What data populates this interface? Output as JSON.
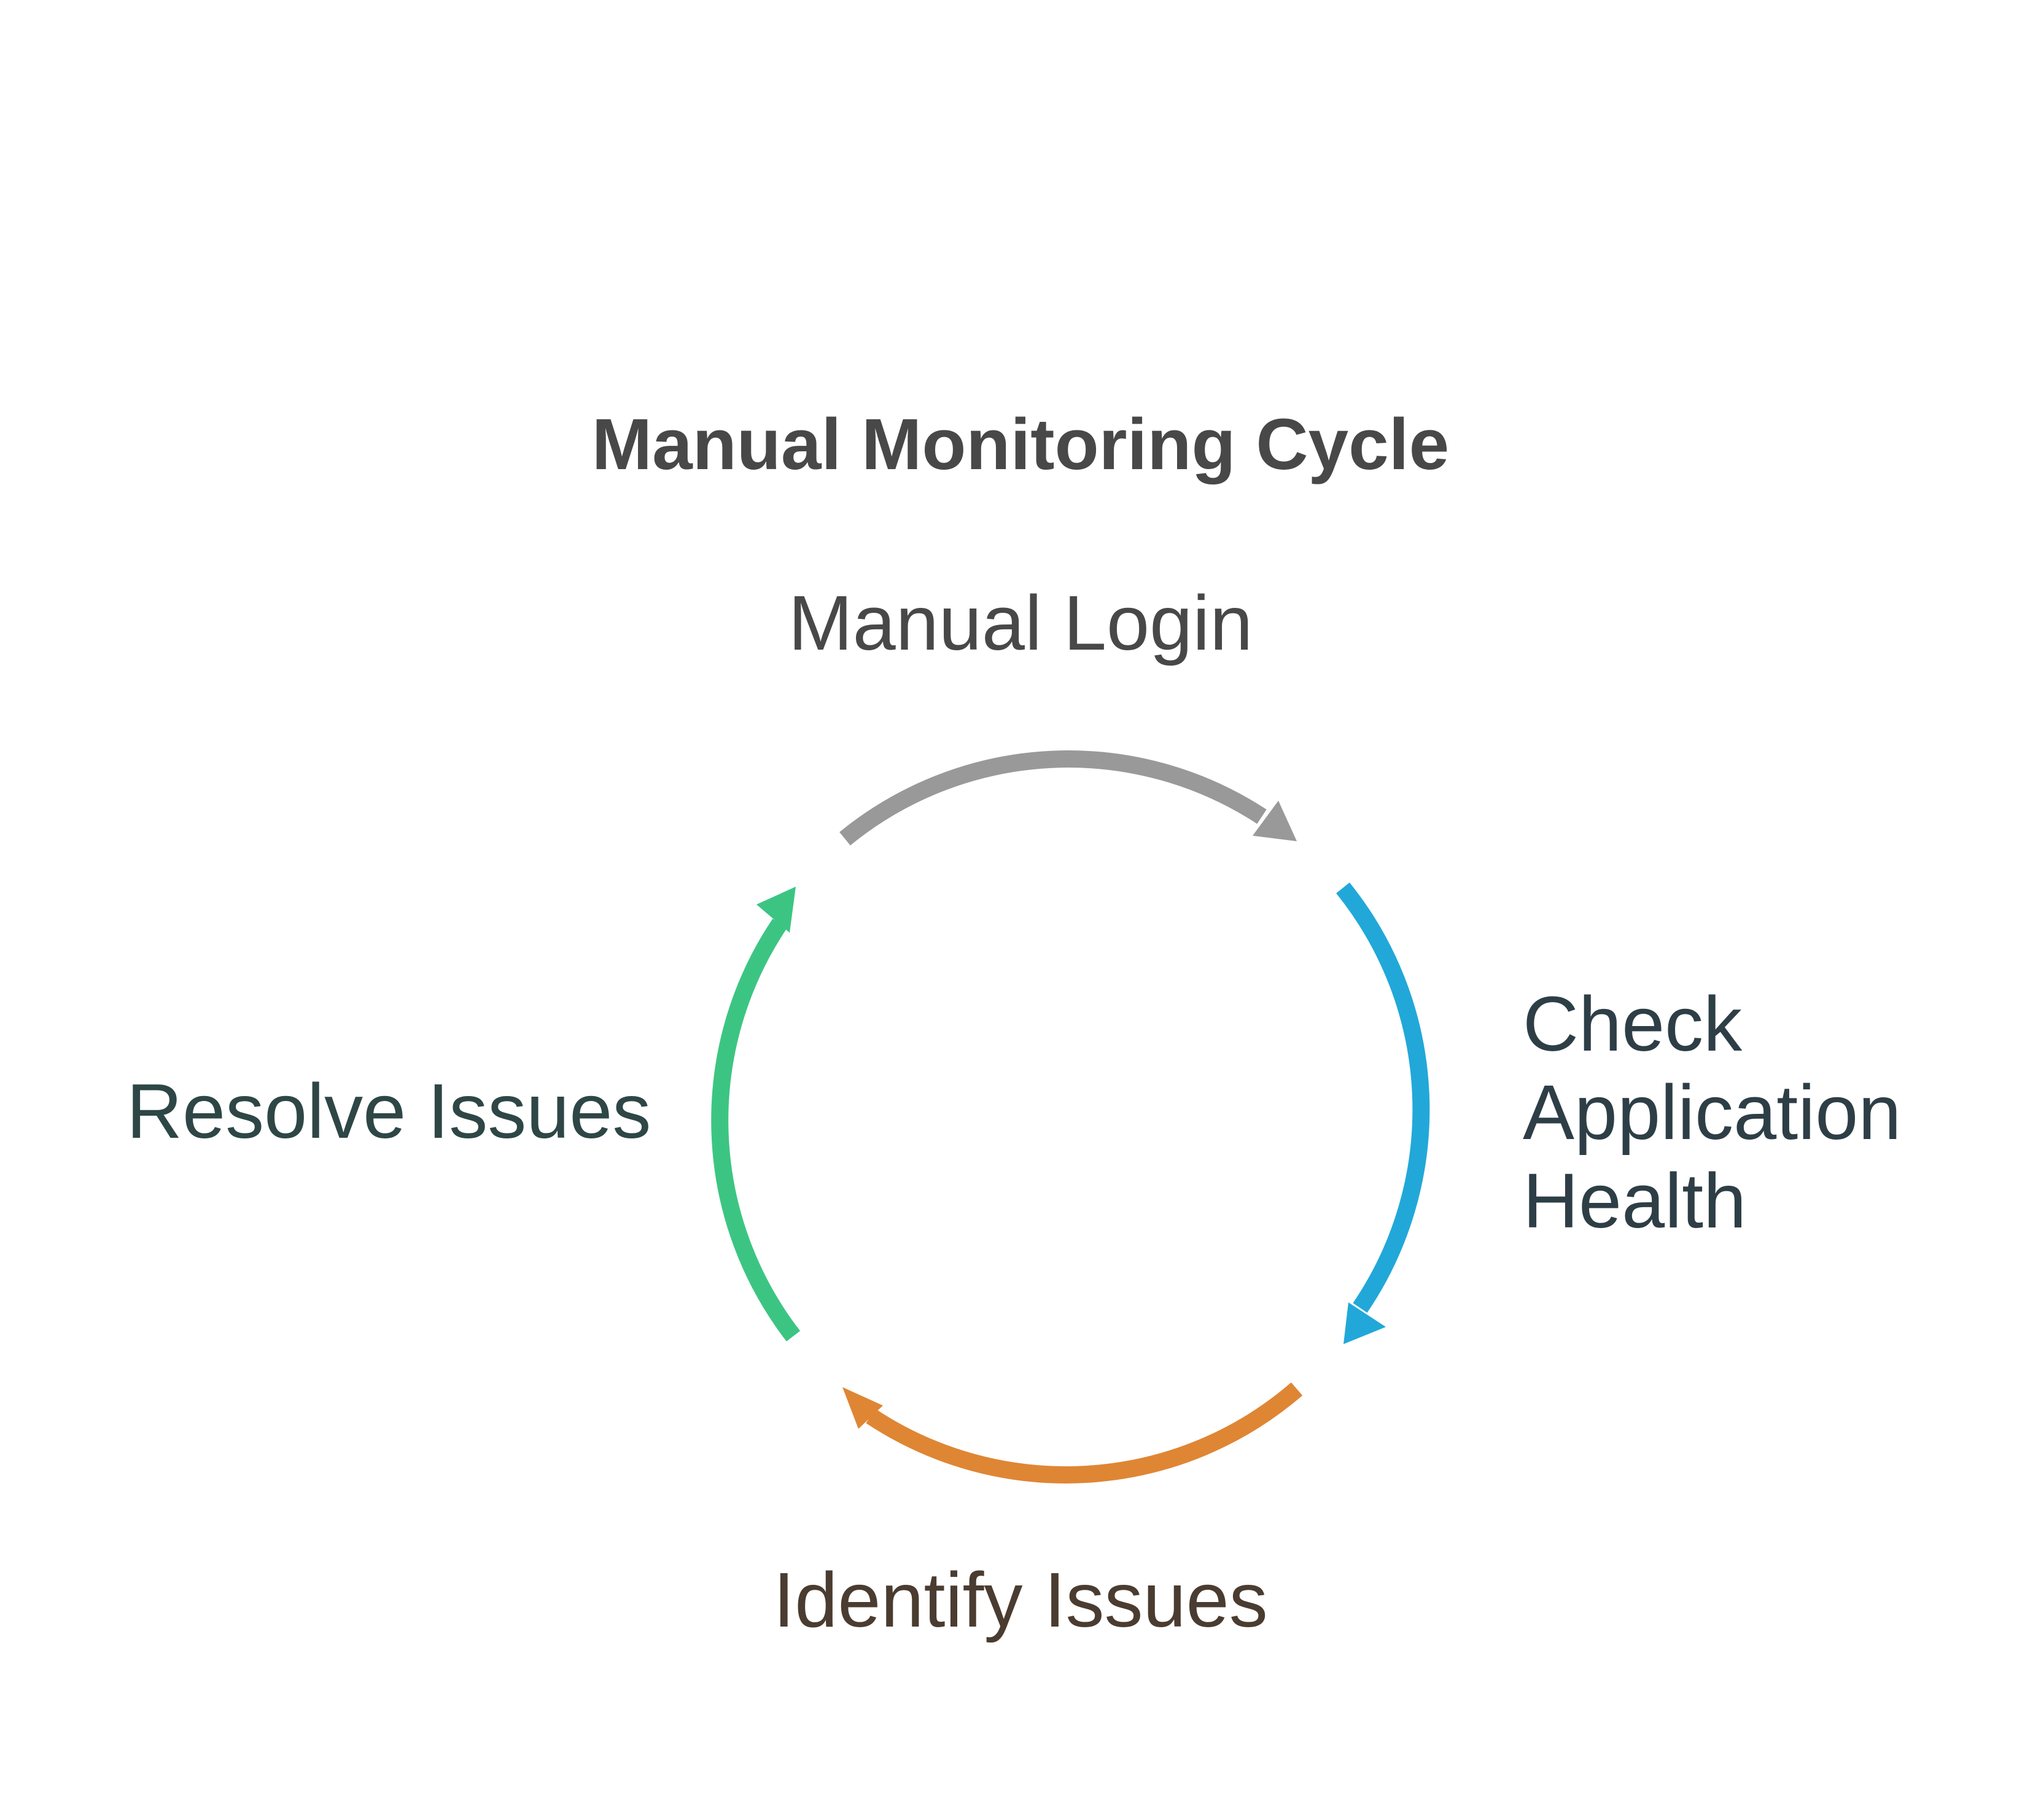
{
  "title": "Manual Monitoring Cycle",
  "steps": [
    {
      "label": "Manual Login",
      "color": "#999999"
    },
    {
      "label": "Check Application Health",
      "color": "#21a8d9"
    },
    {
      "label": "Identify Issues",
      "color": "#df8634"
    },
    {
      "label": "Resolve Issues",
      "color": "#3cc582"
    }
  ]
}
